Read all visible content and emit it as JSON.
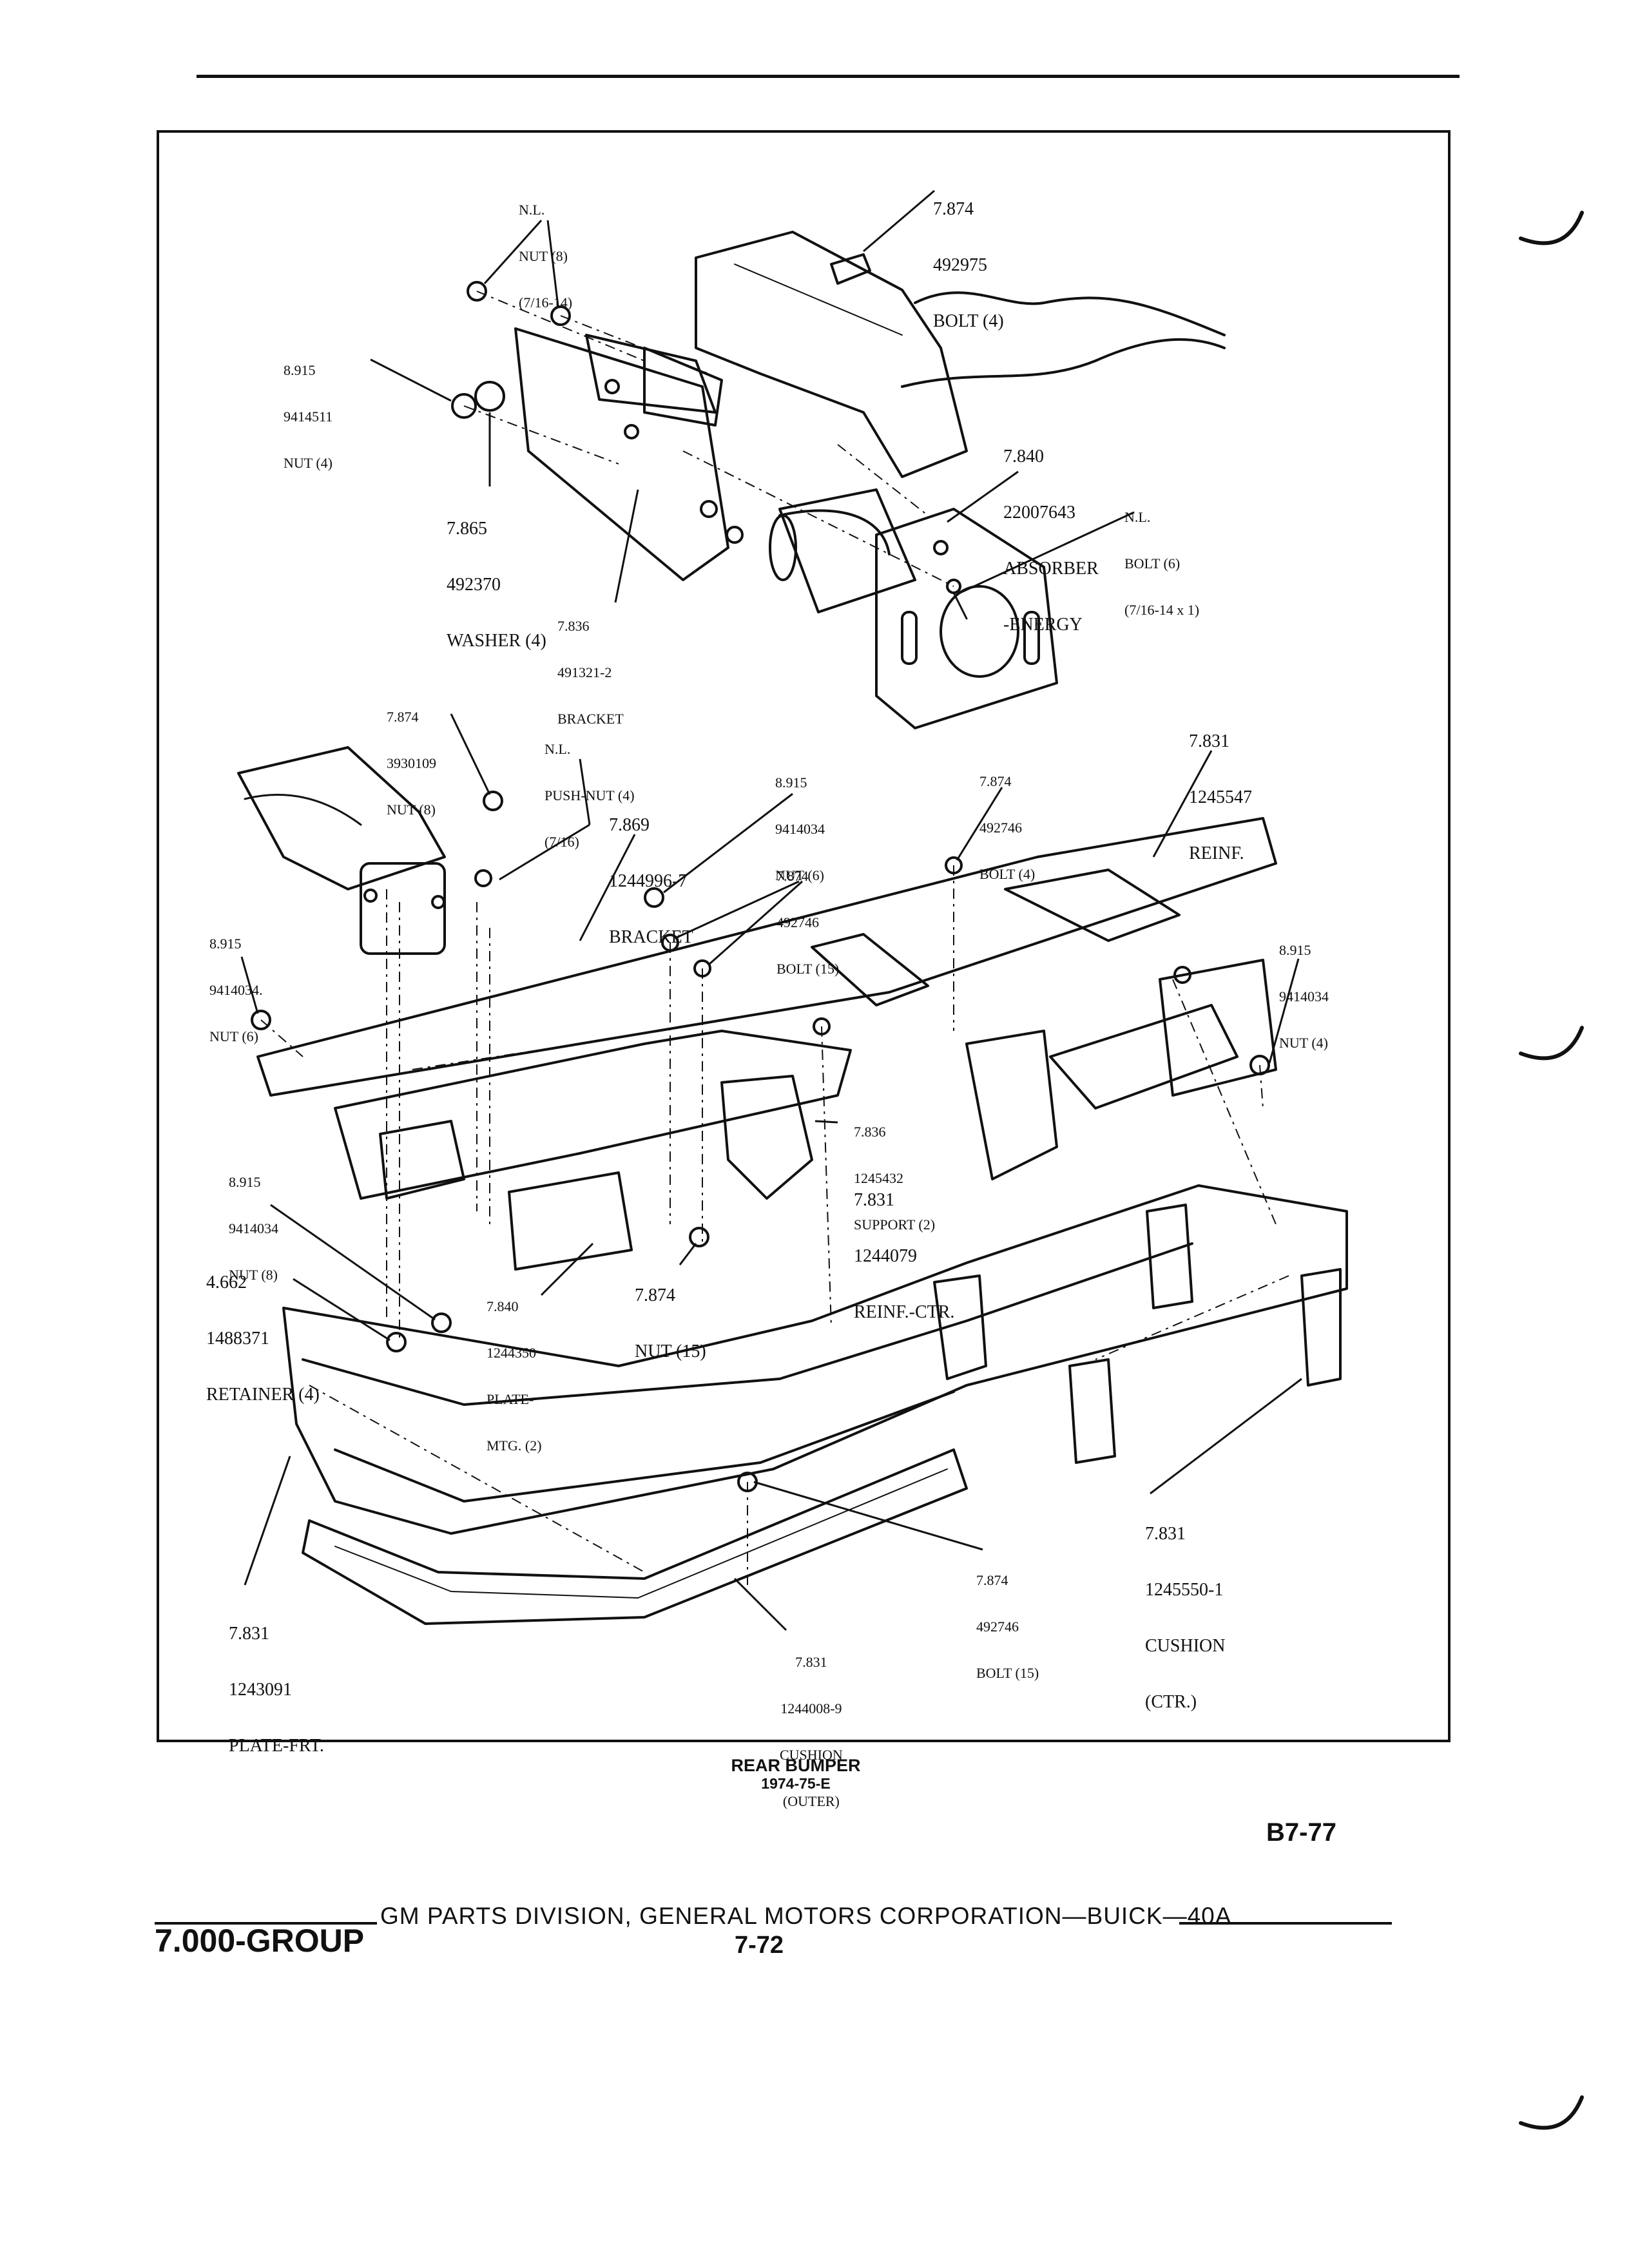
{
  "figure": {
    "title": "REAR BUMPER",
    "subtitle": "1974-75-E",
    "plate_number": "B7-77"
  },
  "callouts": [
    {
      "id": "nut-top-nl",
      "lines": [
        "N.L.",
        "NUT (8)",
        "(7/16-14)"
      ]
    },
    {
      "id": "bolt-492975",
      "lines": [
        "7.874",
        "492975",
        "BOLT (4)"
      ]
    },
    {
      "id": "nut-9414511",
      "lines": [
        "8.915",
        "9414511",
        "NUT (4)"
      ]
    },
    {
      "id": "absorber",
      "lines": [
        "7.840",
        "22007643",
        "ABSORBER",
        "-ENERGY"
      ]
    },
    {
      "id": "bolt-nl",
      "lines": [
        "N.L.",
        "BOLT (6)",
        "(7/16-14 x 1)"
      ]
    },
    {
      "id": "washer",
      "lines": [
        "7.865",
        "492370",
        "WASHER (4)"
      ]
    },
    {
      "id": "bracket-491321",
      "lines": [
        "7.836",
        "491321-2",
        "BRACKET"
      ]
    },
    {
      "id": "nut-3930109",
      "lines": [
        "7.874",
        "3930109",
        "NUT (8)"
      ]
    },
    {
      "id": "push-nut",
      "lines": [
        "N.L.",
        "PUSH-NUT (4)",
        "(7/16)"
      ]
    },
    {
      "id": "nut-9414034-6",
      "lines": [
        "8.915",
        "9414034",
        "NUT (6)"
      ]
    },
    {
      "id": "bolt-492746-4",
      "lines": [
        "7.874",
        "492746",
        "BOLT (4)"
      ]
    },
    {
      "id": "reinf-1245547",
      "lines": [
        "7.831",
        "1245547",
        "REINF."
      ]
    },
    {
      "id": "bracket-1244996",
      "lines": [
        "7.869",
        "1244996-7",
        "BRACKET"
      ]
    },
    {
      "id": "bolt-492746-15a",
      "lines": [
        "7.874",
        "492746",
        "BOLT (15)"
      ]
    },
    {
      "id": "nut-9414034-6b",
      "lines": [
        "8.915",
        "9414034.",
        "NUT (6)"
      ]
    },
    {
      "id": "nut-9414034-4",
      "lines": [
        "8.915",
        "9414034",
        "NUT (4)"
      ]
    },
    {
      "id": "support-1245432",
      "lines": [
        "7.836",
        "1245432",
        "SUPPORT (2)"
      ]
    },
    {
      "id": "reinf-ctr",
      "lines": [
        "7.831",
        "1244079",
        "REINF.-CTR."
      ]
    },
    {
      "id": "nut-9414034-8",
      "lines": [
        "8.915",
        "9414034",
        "NUT (8)"
      ]
    },
    {
      "id": "retainer",
      "lines": [
        "4.662",
        "1488371",
        "RETAINER (4)"
      ]
    },
    {
      "id": "plate-mtg",
      "lines": [
        "7.840",
        "1244350",
        "PLATE-",
        "MTG. (2)"
      ]
    },
    {
      "id": "nut-15",
      "lines": [
        "7.874",
        "NUT (15)"
      ]
    },
    {
      "id": "cushion-ctr",
      "lines": [
        "7.831",
        "1245550-1",
        "CUSHION",
        "(CTR.)"
      ]
    },
    {
      "id": "bolt-492746-15b",
      "lines": [
        "7.874",
        "492746",
        "BOLT (15)"
      ]
    },
    {
      "id": "plate-frt",
      "lines": [
        "7.831",
        "1243091",
        "PLATE-FRT."
      ]
    },
    {
      "id": "cushion-outer",
      "lines": [
        "7.831",
        "1244008-9",
        "CUSHION",
        "(OUTER)"
      ]
    }
  ],
  "footer": {
    "group": "7.000-GROUP",
    "corporation": "GM PARTS DIVISION, GENERAL MOTORS CORPORATION—BUICK—40A",
    "page": "7-72"
  }
}
